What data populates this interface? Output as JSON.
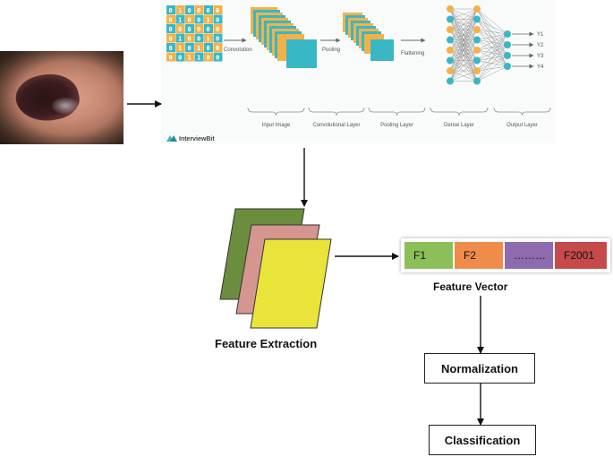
{
  "cnn_panel": {
    "stage_labels": {
      "convolution": "Convolution",
      "pooling": "Pooling",
      "flattening": "Flattening"
    },
    "layer_labels": [
      "Input Image",
      "Convolutional Layer",
      "Pooling Layer",
      "Dense Layer",
      "Output Layer"
    ],
    "outputs": [
      "Y1",
      "Y2",
      "Y3",
      "Y4"
    ],
    "brand": "InterviewBit",
    "grid_digits": [
      [
        "0",
        "1",
        "0",
        "0",
        "0",
        "0"
      ],
      [
        "0",
        "1",
        "0",
        "0",
        "1",
        "0"
      ],
      [
        "0",
        "0",
        "0",
        "0",
        "0",
        "0"
      ],
      [
        "0",
        "1",
        "0",
        "0",
        "1",
        "0"
      ],
      [
        "0",
        "1",
        "0",
        "1",
        "0",
        "0"
      ],
      [
        "0",
        "0",
        "1",
        "1",
        "0",
        "0"
      ]
    ]
  },
  "feature_extraction": {
    "label": "Feature Extraction"
  },
  "feature_vector": {
    "label": "Feature Vector",
    "cells": [
      {
        "text": "F1",
        "color": "#8cbf5a"
      },
      {
        "text": "F2",
        "color": "#f08c4a"
      },
      {
        "text": "………",
        "color": "#8e6aae"
      },
      {
        "text": "F2001",
        "color": "#c74a4a"
      }
    ]
  },
  "normalization": {
    "label": "Normalization"
  },
  "classification": {
    "label": "Classification"
  },
  "colors": {
    "sheet_green": "#6b8e3e",
    "sheet_pink": "#d4968f",
    "sheet_yellow": "#e8e43a",
    "teal": "#3ab7c4",
    "orange": "#f2b24a"
  }
}
